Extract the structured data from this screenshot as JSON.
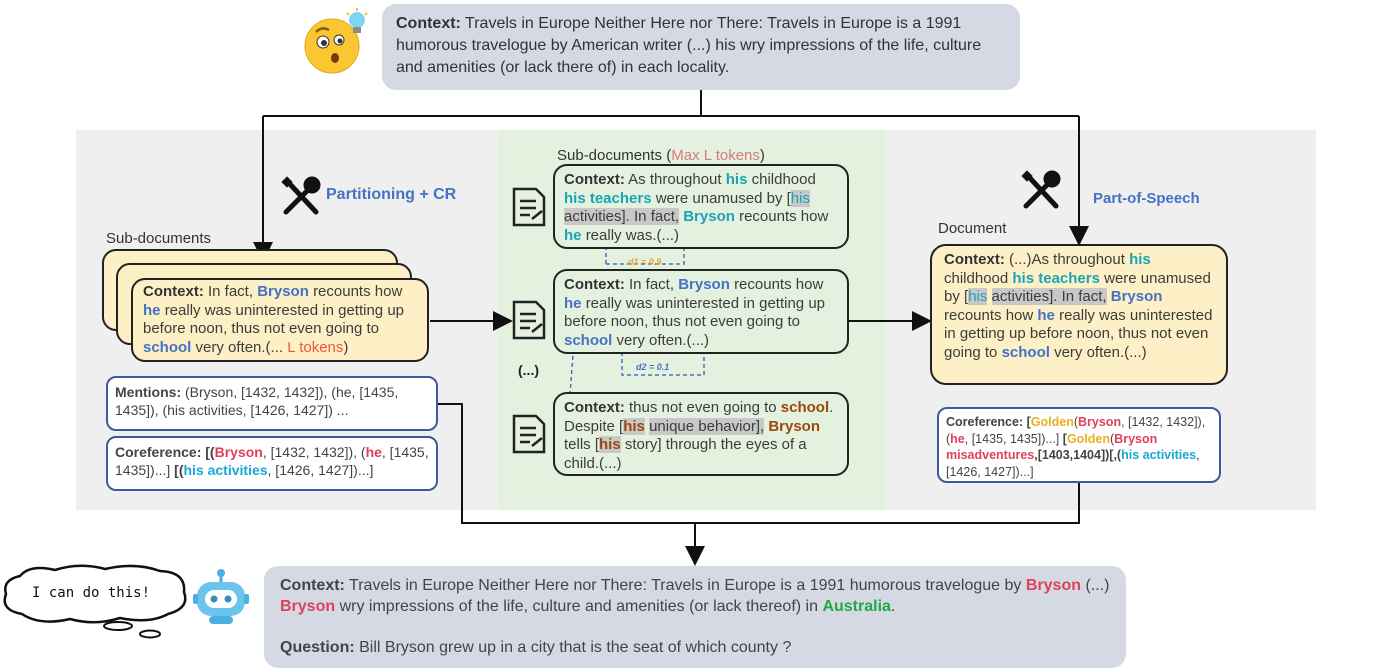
{
  "top": {
    "label": "Context:",
    "text": "Travels in Europe Neither Here nor There: Travels in Europe is a 1991 humorous travelogue by American writer (...) his wry impressions of the life, culture and amenities (or lack there of) in each locality."
  },
  "left": {
    "tool_label": "Partitioning + CR",
    "section_label": "Sub-documents",
    "card": {
      "label": "Context:",
      "t1": "In fact,",
      "bryson": "Bryson",
      "t2": "recounts how",
      "he": "he",
      "t3": "really was uninterested in getting up before noon, thus not even going to",
      "school": "school",
      "t4": "very often.(...",
      "ltokens": "L tokens",
      "t5": ")"
    },
    "mentions": {
      "label": "Mentions:",
      "text": "(Bryson, [1432, 1432]), (he, [1435, 1435]), (his activities, [1426, 1427]) ..."
    },
    "coref": {
      "label": "Coreference:",
      "p1": "[(",
      "bryson": "Bryson",
      "p2": ", [1432, 1432]), (",
      "he": "he",
      "p3": ", [1435, 1435])...]",
      "p4": "[(",
      "acts": "his activities",
      "p5": ", [1426, 1427])...]"
    }
  },
  "middle": {
    "section_label": "Sub-documents (",
    "maxl": "Max L tokens",
    "section_close": ")",
    "ellipsis": "(...)",
    "d1": "d1 = 0.9",
    "d2": "d2 = 0.1",
    "card1": {
      "label": "Context:",
      "t1": "As throughout",
      "his": "his",
      "t2": "childhood",
      "teachers": "his teachers",
      "t3": "were unamused by [",
      "his2": "his",
      "t4": "activities]. In fact,",
      "bryson": "Bryson",
      "t5": "recounts how",
      "he": "he",
      "t6": "really was.(...)"
    },
    "card2": {
      "label": "Context:",
      "t1": "In fact,",
      "bryson": "Bryson",
      "t2": "recounts how",
      "he": "he",
      "t3": "really was uninterested in getting up before noon, thus not even going to",
      "school": "school",
      "t4": "very often.(...)"
    },
    "card3": {
      "label": "Context:",
      "t1": "thus not even going to",
      "school": "school",
      "t2": ". Despite [",
      "his": "his",
      "t3": "unique behavior],",
      "bryson": "Bryson",
      "t4": "tells [",
      "his2": "his",
      "t5": "story] through the eyes of a child.(...)"
    }
  },
  "right": {
    "tool_label": "Part-of-Speech",
    "section_label": "Document",
    "card": {
      "label": "Context:",
      "t1": "(...)As throughout",
      "his": "his",
      "t2": "childhood",
      "teachers": "his teachers",
      "t3": "were unamused by [",
      "his2": "his",
      "t4": "activities]. In fact,",
      "bryson": "Bryson",
      "t5": "recounts how",
      "he": "he",
      "t6": "really was uninterested in getting up before noon, thus not even going to",
      "school": "school",
      "t7": "very often.(...)"
    },
    "coref": {
      "label": "Coreference:",
      "p1": "[",
      "golden1": "Golden",
      "p2": "(",
      "bryson": "Bryson",
      "p3": ", [1432, 1432]), (",
      "he": "he",
      "p4": ", [1435, 1435])...]",
      "p5": "[",
      "golden2": "Golden",
      "p6": "(",
      "bryson2": "Bryson misadventures",
      "p7": ",[1403,1404])[,(",
      "acts": "his activities",
      "p8": ", [1426, 1427])...]"
    }
  },
  "bottom": {
    "label": "Context:",
    "t1": "Travels in Europe Neither Here nor There: Travels in Europe is a 1991 humorous travelogue by",
    "bryson1": "Bryson",
    "t2": "(...)",
    "bryson2": "Bryson",
    "t3": "wry impressions of the life, culture and amenities (or lack thereof) in",
    "australia": "Australia",
    "t4": ".",
    "q_label": "Question:",
    "question": "Bill Bryson grew up in a city that is the seat of which county ?"
  },
  "speech": "I can do this!",
  "colors": {
    "entity_blue": "#4472c4",
    "entity_teal": "#1ba4b4",
    "entity_red": "#e0405a",
    "entity_green": "#22a844",
    "golden": "#e8b020",
    "card_yellow": "#fdf0c6",
    "panel_green": "#e5f1df",
    "panel_gray": "#efefef"
  },
  "icons": [
    "thinking-emoji-icon",
    "tools-icon",
    "document-icon",
    "robot-icon",
    "thought-bubble-icon"
  ]
}
